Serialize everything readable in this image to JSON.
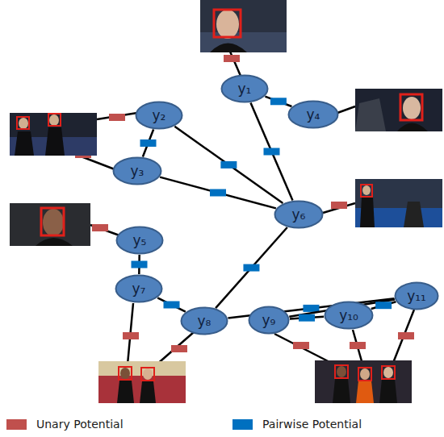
{
  "diagram": {
    "nodes": [
      {
        "text": [
          "y₁"
        ]
      },
      {
        "text": [
          "y₂"
        ]
      },
      {
        "text": [
          "y₄"
        ]
      },
      {
        "text": [
          "y₃"
        ]
      },
      {
        "text": [
          "y₆"
        ]
      },
      {
        "text": [
          "y₅"
        ]
      },
      {
        "text": [
          "y₇"
        ]
      },
      {
        "text": [
          "y₈"
        ]
      },
      {
        "text": [
          "y₉"
        ]
      },
      {
        "text": [
          "y₁₀"
        ]
      },
      {
        "text": [
          "y₁₁"
        ]
      }
    ],
    "edges": [
      {
        "from": 0,
        "to": 2,
        "arrow": "none"
      },
      {
        "from": 0,
        "to": 4,
        "arrow": "none"
      },
      {
        "from": 1,
        "to": 3,
        "arrow": "none"
      },
      {
        "from": 1,
        "to": 4,
        "arrow": "none"
      },
      {
        "from": 3,
        "to": 4,
        "arrow": "none"
      },
      {
        "from": 4,
        "to": 7,
        "arrow": "none"
      },
      {
        "from": 5,
        "to": 6,
        "arrow": "none"
      },
      {
        "from": 6,
        "to": 7,
        "arrow": "none"
      },
      {
        "from": 7,
        "to": 10,
        "arrow": "none"
      },
      {
        "from": 8,
        "to": 10,
        "arrow": "none"
      },
      {
        "from": 9,
        "to": 10,
        "arrow": "none"
      },
      {
        "from": 8,
        "to": 9,
        "arrow": "none"
      }
    ],
    "legend": [
      {
        "text": "Unary Potential",
        "color": "#c0504d"
      },
      {
        "text": "Pairwise Potential",
        "color": "#0070c0"
      }
    ]
  }
}
